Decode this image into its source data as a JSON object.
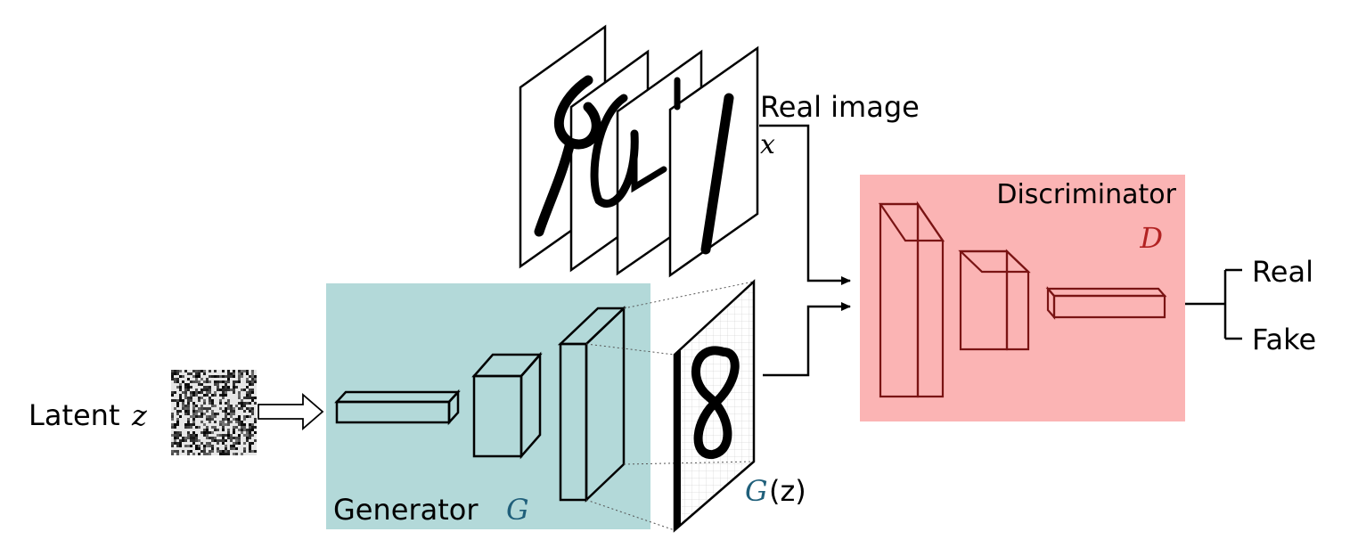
{
  "labels": {
    "latent": "Latent",
    "latent_var": "z",
    "generator": "Generator",
    "generator_var": "G",
    "generated_fn": "G",
    "generated_arg": "(z)",
    "real_image": "Real image",
    "real_var": "x",
    "discriminator": "Discriminator",
    "discriminator_var": "D",
    "output_real": "Real",
    "output_fake": "Fake"
  },
  "colors": {
    "generator_fill": "#b3d9d9",
    "discriminator_fill": "#fbb4b4",
    "generator_accent": "#1f5f7a",
    "discriminator_accent": "#b22222",
    "discriminator_block_stroke": "#7a1414"
  }
}
